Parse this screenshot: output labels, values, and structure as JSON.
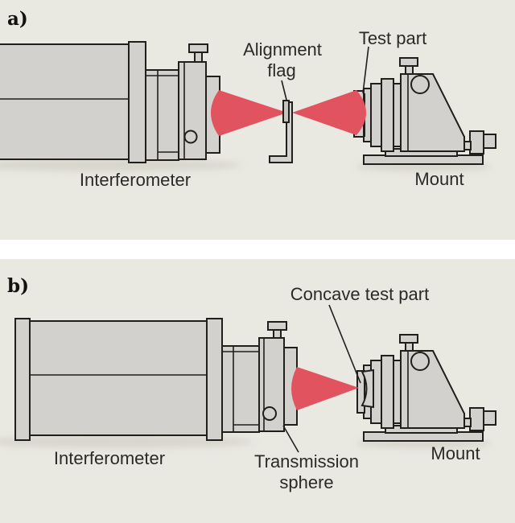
{
  "colors": {
    "page_bg": "#ffffff",
    "panel_bg": "#e9e8e1",
    "body_fill": "#d3d1ce",
    "body_dark": "#c6c4c1",
    "outline": "#211f1c",
    "beam": "#e25360",
    "text": "#2b2a27"
  },
  "panel_a": {
    "tag": "a)",
    "labels": {
      "alignment_flag_line1": "Alignment",
      "alignment_flag_line2": "flag",
      "test_part": "Test part",
      "interferometer": "Interferometer",
      "mount": "Mount"
    }
  },
  "panel_b": {
    "tag": "b)",
    "labels": {
      "concave_test_part": "Concave test part",
      "interferometer": "Interferometer",
      "transmission_line1": "Transmission",
      "transmission_line2": "sphere",
      "mount": "Mount"
    }
  }
}
